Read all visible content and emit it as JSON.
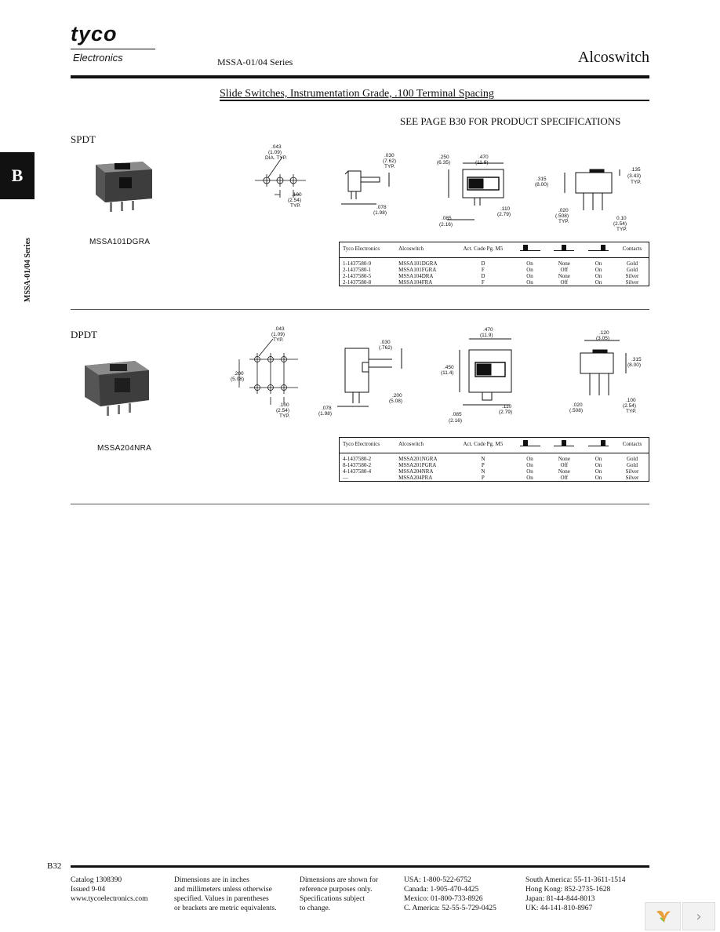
{
  "header": {
    "logo_text": "tyco",
    "logo_sub": "Electronics",
    "series": "MSSA-01/04 Series",
    "brand": "Alcoswitch",
    "section_title": "Slide Switches, Instrumentation Grade, .100 Terminal Spacing",
    "see_page": "SEE PAGE B30 FOR PRODUCT SPECIFICATIONS"
  },
  "sidebar": {
    "tab": "B",
    "vertical_text": "MSSA-01/04 Series"
  },
  "spdt": {
    "label": "SPDT",
    "part": "MSSA101DGRA",
    "dims": {
      "d1": ".043",
      "d1m": "(1.09)",
      "d1t": "DIA. TYP.",
      "d2": ".100",
      "d2m": "(2.54)",
      "d2t": "TYP.",
      "d3": ".030",
      "d3m": "(7.62)",
      "d3t": "TYP.",
      "d4": ".078",
      "d4m": "(1.98)",
      "d5": ".250",
      "d5m": "(6.35)",
      "d6": ".470",
      "d6m": "(11.9)",
      "d7": ".085",
      "d7m": "(2.16)",
      "d8": ".110",
      "d8m": "(2.79)",
      "d9": ".315",
      "d9m": "(8.00)",
      "d10": ".135",
      "d10m": "(3.43)",
      "d10t": "TYP.",
      "d11": ".020",
      "d11m": "(.508)",
      "d11t": "TYP.",
      "d12": "0.10",
      "d12m": "(2.54)",
      "d12t": "TYP."
    },
    "table": {
      "headers": [
        "Tyco Electronics",
        "Alcoswitch",
        "Act. Code Pg. M5",
        "",
        "",
        "",
        "Contacts"
      ],
      "rows": [
        [
          "1-1437580-9",
          "MSSA101DGRA",
          "D",
          "On",
          "None",
          "On",
          "Gold"
        ],
        [
          "2-1437580-1",
          "MSSA101FGRA",
          "F",
          "On",
          "Off",
          "On",
          "Gold"
        ],
        [
          "2-1437580-5",
          "MSSA104DRA",
          "D",
          "On",
          "None",
          "On",
          "Silver"
        ],
        [
          "2-1437580-8",
          "MSSA104FRA",
          "F",
          "On",
          "Off",
          "On",
          "Silver"
        ]
      ]
    }
  },
  "dpdt": {
    "label": "DPDT",
    "part": "MSSA204NRA",
    "dims": {
      "d1": ".043",
      "d1m": "(1.09)",
      "d1t": "TYP.",
      "d2": ".200",
      "d2m": "(5.08)",
      "d3": ".100",
      "d3m": "(2.54)",
      "d3t": "TYP.",
      "d4": ".030",
      "d4m": "(.762)",
      "d5": ".200",
      "d5m": "(5.08)",
      "d6": ".078",
      "d6m": "(1.98)",
      "d7": ".470",
      "d7m": "(11.9)",
      "d8": ".450",
      "d8m": "(11.4)",
      "d9": ".085",
      "d9m": "(2.16)",
      "d10": ".110",
      "d10m": "(2.79)",
      "d11": ".120",
      "d11m": "(3.05)",
      "d12": ".315",
      "d12m": "(8.00)",
      "d13": ".020",
      "d13m": "(.508)",
      "d14": ".100",
      "d14m": "(2.54)",
      "d14t": "TYP."
    },
    "table": {
      "headers": [
        "Tyco Electronics",
        "Alcoswitch",
        "Act. Code Pg. M5",
        "",
        "",
        "",
        "Contacts"
      ],
      "rows": [
        [
          "4-1437580-2",
          "MSSA201NGRA",
          "N",
          "On",
          "None",
          "On",
          "Gold"
        ],
        [
          "8-1437580-2",
          "MSSA201PGRA",
          "P",
          "On",
          "Off",
          "On",
          "Gold"
        ],
        [
          "4-1437580-4",
          "MSSA204NRA",
          "N",
          "On",
          "None",
          "On",
          "Silver"
        ],
        [
          "—",
          "MSSA204PRA",
          "P",
          "On",
          "Off",
          "On",
          "Silver"
        ]
      ]
    }
  },
  "footer": {
    "page": "B32",
    "col1": [
      "Catalog 1308390",
      "Issued 9-04",
      "www.tycoelectronics.com"
    ],
    "col2": [
      "Dimensions are in inches",
      "and millimeters unless otherwise",
      "specified. Values in parentheses",
      "or brackets are metric equivalents."
    ],
    "col3": [
      "Dimensions are shown for",
      "reference purposes only.",
      "Specifications subject",
      "to change."
    ],
    "col4": [
      "USA: 1-800-522-6752",
      "Canada: 1-905-470-4425",
      "Mexico: 01-800-733-8926",
      "C. America: 52-55-5-729-0425"
    ],
    "col5": [
      "South America: 55-11-3611-1514",
      "Hong Kong: 852-2735-1628",
      "Japan: 81-44-844-8013",
      "UK: 44-141-810-8967"
    ]
  }
}
